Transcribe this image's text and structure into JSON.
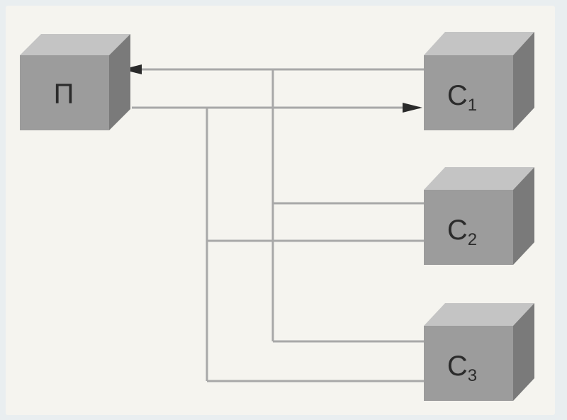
{
  "nodes": {
    "p": {
      "label": "П"
    },
    "c1": {
      "label": "C",
      "subscript": "1"
    },
    "c2": {
      "label": "C",
      "subscript": "2"
    },
    "c3": {
      "label": "C",
      "subscript": "3"
    }
  },
  "colors": {
    "cube_front": "#9c9c9c",
    "cube_top": "#c4c4c4",
    "cube_side": "#7a7a7a",
    "line": "#a8a8a8",
    "arrow": "#2a2a2a",
    "panel": "#f5f4ef"
  }
}
